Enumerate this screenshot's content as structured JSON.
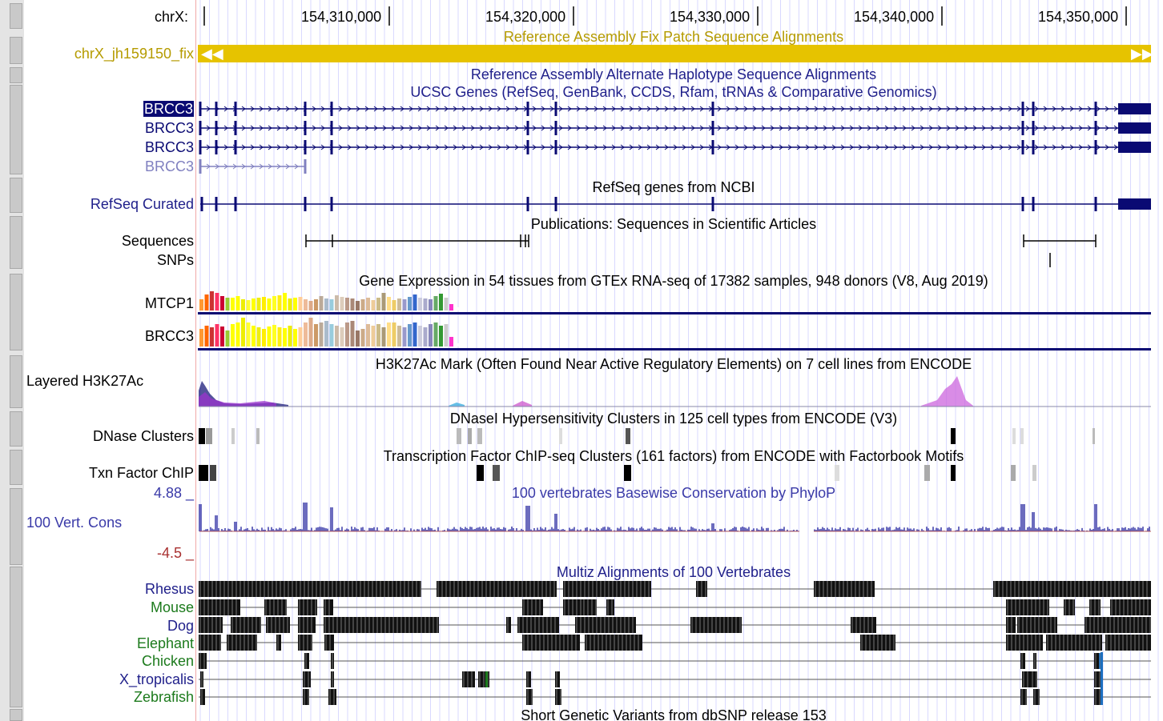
{
  "ruler": {
    "chrom_label": "chrX:",
    "ticks": [
      "154,310,000",
      "154,320,000",
      "154,330,000",
      "154,340,000",
      "154,350,000"
    ]
  },
  "colors": {
    "gene_navy": "#0a0a73",
    "fix_gold": "#e6c300",
    "fix_label": "#b59b00",
    "conservation_blue": "#3a3aa8",
    "guide_line": "#d9d9ff",
    "species_green": "#1c7a1c",
    "species_navy": "#1f1f8a"
  },
  "tracks": {
    "fix_patch": {
      "title": "Reference Assembly Fix Patch Sequence Alignments",
      "label": "chrX_jh159150_fix"
    },
    "alt_haplotype": {
      "title": "Reference Assembly Alternate Haplotype Sequence Alignments"
    },
    "ucsc_genes": {
      "title": "UCSC Genes (RefSeq, GenBank, CCDS, Rfam, tRNAs & Comparative Genomics)",
      "genes": [
        "BRCC3",
        "BRCC3",
        "BRCC3",
        "BRCC3"
      ]
    },
    "refseq": {
      "title": "RefSeq genes from NCBI",
      "label": "RefSeq Curated"
    },
    "publications": {
      "title": "Publications: Sequences in Scientific Articles",
      "labels": [
        "Sequences",
        "SNPs"
      ]
    },
    "gtex": {
      "title": "Gene Expression in 54 tissues from GTEx RNA-seq of 17382 samples, 948 donors (V8, Aug 2019)",
      "genes": [
        "MTCP1",
        "BRCC3"
      ]
    },
    "h3k27ac": {
      "title": "H3K27Ac Mark (Often Found Near Active Regulatory Elements) on 7 cell lines from ENCODE",
      "label": "Layered H3K27Ac"
    },
    "dnase": {
      "title": "DNaseI Hypersensitivity Clusters in 125 cell types from ENCODE (V3)",
      "label": "DNase Clusters"
    },
    "txn": {
      "title": "Transcription Factor ChIP-seq Clusters (161 factors) from ENCODE with Factorbook Motifs",
      "label": "Txn Factor ChIP"
    },
    "phylop": {
      "title": "100 vertebrates Basewise Conservation by PhyloP",
      "label": "100 Vert. Cons",
      "max": "4.88 _",
      "min": "-4.5 _"
    },
    "multiz": {
      "title": "Multiz Alignments of 100 Vertebrates",
      "species": [
        "Rhesus",
        "Mouse",
        "Dog",
        "Elephant",
        "Chicken",
        "X_tropicalis",
        "Zebrafish"
      ]
    },
    "dbsnp": {
      "title": "Short Genetic Variants from dbSNP release 153"
    }
  }
}
